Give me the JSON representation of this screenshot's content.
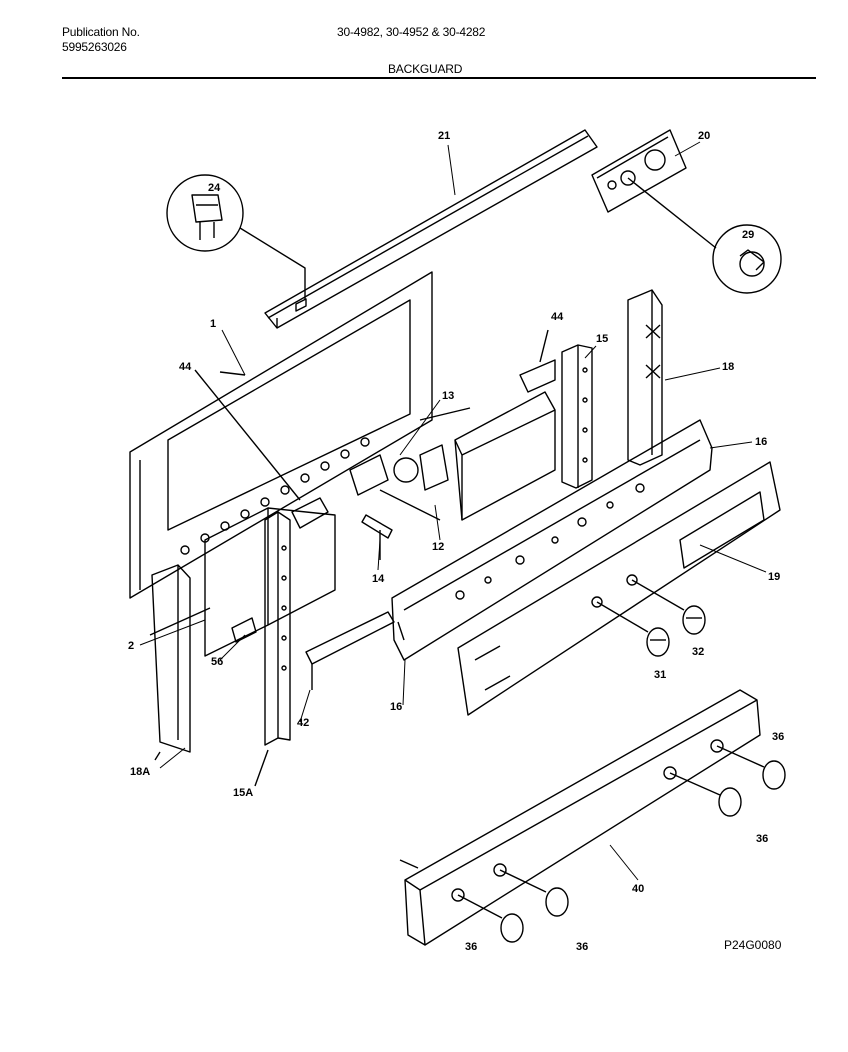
{
  "header": {
    "publication_label": "Publication No.",
    "publication_number": "5995263026",
    "models": "30-4982, 30-4952 & 30-4282",
    "section_title": "BACKGUARD"
  },
  "drawing_code": "P24G0080",
  "callouts": {
    "c1": "1",
    "c2": "2",
    "c12": "12",
    "c13": "13",
    "c14": "14",
    "c15": "15",
    "c15a": "15A",
    "c16a": "16",
    "c16b": "16",
    "c18": "18",
    "c18a": "18A",
    "c19": "19",
    "c20": "20",
    "c21": "21",
    "c24": "24",
    "c29": "29",
    "c31": "31",
    "c32": "32",
    "c36a": "36",
    "c36b": "36",
    "c36c": "36",
    "c36d": "36",
    "c40": "40",
    "c42": "42",
    "c44a": "44",
    "c44b": "44",
    "c56": "56"
  }
}
